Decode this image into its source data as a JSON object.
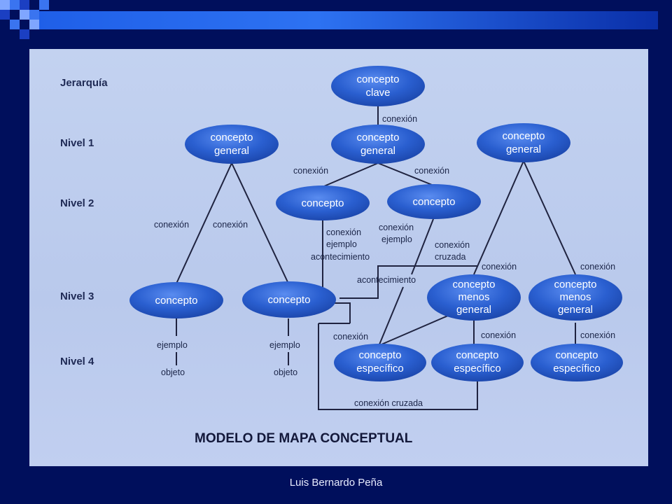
{
  "levels": [
    "Jerarquía",
    "Nivel 1",
    "Nivel 2",
    "Nivel 3",
    "Nivel 4"
  ],
  "nodes": {
    "clave": [
      "concepto",
      "clave"
    ],
    "general_left": [
      "concepto",
      "general"
    ],
    "general_mid": [
      "concepto",
      "general"
    ],
    "general_right": [
      "concepto",
      "general"
    ],
    "concepto_n2a": "concepto",
    "concepto_n2b": "concepto",
    "concepto_n3a": "concepto",
    "concepto_n3b": "concepto",
    "menos_general_1": [
      "concepto",
      "menos",
      "general"
    ],
    "menos_general_2": [
      "concepto",
      "menos",
      "general"
    ],
    "especifico_1": [
      "concepto",
      "específico"
    ],
    "especifico_2": [
      "concepto",
      "específico"
    ],
    "especifico_3": [
      "concepto",
      "específico"
    ]
  },
  "edge_labels": {
    "clave_general": "conexión",
    "mid_left": "conexión",
    "mid_right": "conexión",
    "left_a": "conexión",
    "left_b": "conexión",
    "n2a_1": "conexión",
    "n2a_2": "ejemplo",
    "n2a_3": "acontecimiento",
    "n2b_1": "conexión",
    "n2b_2": "ejemplo",
    "cruzada_1": "conexión",
    "cruzada_2": "cruzada",
    "right_a": "conexión",
    "right_b": "conexión",
    "acontecimiento": "acontecimiento",
    "mg1_esp1": "conexión",
    "mg1_esp2": "conexión",
    "mg2_esp3": "conexión",
    "n3a_ej": "ejemplo",
    "n3a_obj": "objeto",
    "n3b_ej": "ejemplo",
    "n3b_obj": "objeto",
    "bottom": "conexión cruzada"
  },
  "title": "MODELO DE MAPA CONCEPTUAL",
  "footer": "Luis Bernardo Peña",
  "colors": {
    "background": "#000f5c",
    "node": "#2a5fd0",
    "image": "#bccbee",
    "accent_bar": "#2d72f2"
  }
}
